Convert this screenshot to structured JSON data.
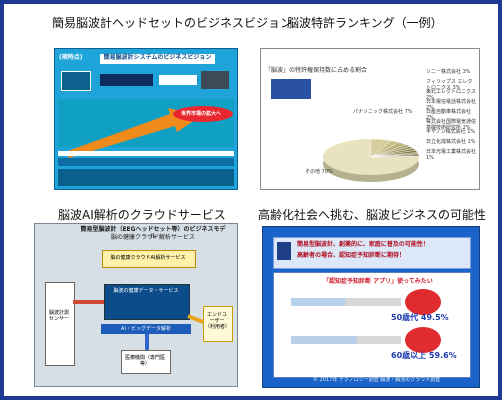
{
  "titles": {
    "top_left": "簡易脳波計ヘッドセットのビジネスビジョン",
    "top_right": "脳波特許ランキング（一例）",
    "bottom_left": "脳波AI解析のクラウドサービス",
    "bottom_right": "高齢化社会へ挑む、脳波ビジネスの可能性"
  },
  "panel1": {
    "heading": "簡易脳波計システムのビジネスビジョン",
    "corner_label": "(現時点)",
    "arrow_text": "世界市場の拡大へ"
  },
  "panel2": {
    "heading": "「脳波」の特許権保持数に占める割合",
    "chart_data": {
      "type": "pie",
      "series": [
        {
          "name": "その他",
          "label": "その他 70%",
          "value": 70
        },
        {
          "name": "パナソニック株式会社",
          "label": "パナソニック株式会社 7%",
          "value": 7
        },
        {
          "name": "ソニー株式会社",
          "label": "ソニー株式会社 3%",
          "value": 3
        },
        {
          "name": "フィリップス エレクトロニクス",
          "label": "フィリップス エレクトロニクス 3%",
          "value": 3
        },
        {
          "name": "東北エレクトロニクス",
          "label": "東北エレクトロニクス 2%",
          "value": 2
        },
        {
          "name": "日本電信電話株式会社",
          "label": "日本電信電話株式会社 2%",
          "value": 2
        },
        {
          "name": "日産自動車株式会社",
          "label": "日産自動車株式会社 2%",
          "value": 2
        },
        {
          "name": "株式会社国際電気通信基礎技術研究所",
          "label": "株式会社国際電気通信基礎技術研究所 2%",
          "value": 2
        },
        {
          "name": "キヤノン株式会社",
          "label": "キヤノン株式会社 1%",
          "value": 1
        },
        {
          "name": "日立化成株式会社",
          "label": "日立化成株式会社 1%",
          "value": 1
        },
        {
          "name": "日本光電工業株式会社",
          "label": "日本光電工業株式会社 1%",
          "value": 1
        }
      ]
    }
  },
  "panel3": {
    "heading1": "簡易型脳波計（EEGヘッドセット等）のビジネスモデル",
    "heading2": "脳の健康クラウド解析サービス",
    "box_center": "脳の健康クラウドAI解析サービス",
    "box_inner": "脳波の健康データ・サービス",
    "box_ai": "AI・ビッグデータ解析",
    "box_user": "エンドユーザー（利用者）",
    "box_hospital": "医療機関（専門医等）",
    "box_left": "脳波計測センサー"
  },
  "panel4": {
    "banner_line1": "簡易型脳波計、創薬的に、家庭に普及の可能性！",
    "banner_line2": "高齢者の場合、認知症予知診断に期待！",
    "chart_title": "「認知症予知診断 アプリ」使ってみたい",
    "chart_data": {
      "type": "bar",
      "categories": [
        "50歳代",
        "60歳以上"
      ],
      "values": [
        49.5,
        59.6
      ],
      "labels": [
        "50歳代 49.5%",
        "60歳以上 59.6%"
      ]
    },
    "footnote": "© 2017年 テクノロジー調査 脳波・脳活のクラウド調査"
  },
  "colors": {
    "border": "#1f3a93",
    "panel1_bg": "#1ea4d8",
    "panel4_bg": "#1a63c9"
  }
}
